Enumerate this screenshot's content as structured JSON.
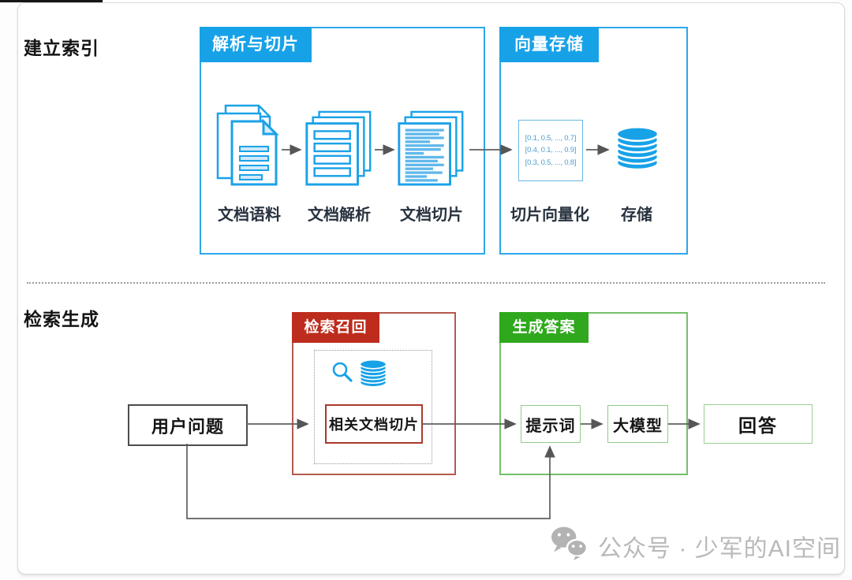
{
  "titles": {
    "indexing": "建立索引",
    "retrieval": "检索生成"
  },
  "indexing": {
    "parse_box": {
      "tab": "解析与切片",
      "items": [
        {
          "label": "文档语料",
          "icon": "document-corpus-icon"
        },
        {
          "label": "文档解析",
          "icon": "document-parse-icon"
        },
        {
          "label": "文档切片",
          "icon": "document-slice-icon"
        }
      ]
    },
    "vector_box": {
      "tab": "向量存储",
      "vector_lines": [
        "[0.1, 0.5, ..., 0.7]",
        "[0.4, 0.1, ..., 0.9]",
        "[0.3, 0.5, ..., 0.8]"
      ],
      "vectorize_label": "切片向量化",
      "store_label": "存储"
    }
  },
  "retrieval": {
    "user_question": "用户问题",
    "recall_box": {
      "tab": "检索召回",
      "chunk_label": "相关文档切片"
    },
    "generation_box": {
      "tab": "生成答案",
      "prompt_label": "提示词",
      "model_label": "大模型"
    },
    "answer_label": "回答"
  },
  "watermark": {
    "text": "公众号 · 少军的AI空间"
  },
  "colors": {
    "blue": "#17a2e8",
    "red": "#bd2c1c",
    "green": "#2fa81d",
    "blue_border": "#2ba8e8",
    "red_border": "#b45a4d",
    "green_border": "#74c06a",
    "watermark_gray": "#b9b9b9"
  }
}
